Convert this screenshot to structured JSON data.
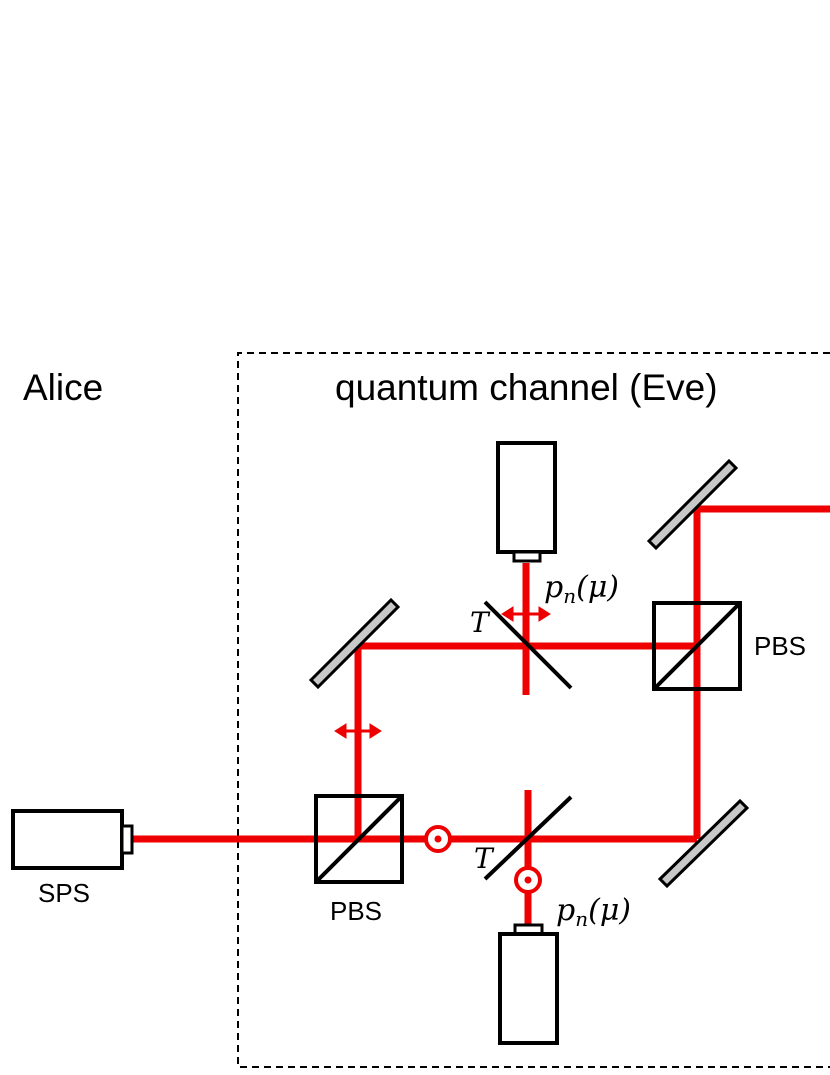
{
  "labels": {
    "alice": "Alice",
    "channel": "quantum channel (Eve)",
    "sps": "SPS",
    "pbs_left": "PBS",
    "pbs_right": "PBS",
    "t_upper": "T",
    "t_lower": "T",
    "pn_upper_p": "p",
    "pn_upper_sub": "n",
    "pn_upper_arg": "(μ)",
    "pn_lower_p": "p",
    "pn_lower_sub": "n",
    "pn_lower_arg": "(μ)"
  },
  "colors": {
    "beam": "#ee0000",
    "outline": "#000000",
    "mirror_fill": "#c8c8c8"
  }
}
